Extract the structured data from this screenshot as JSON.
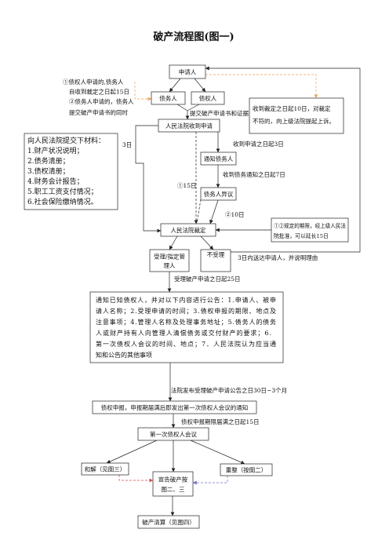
{
  "title": "破产流程图(图一)",
  "colors": {
    "line": "#222222",
    "orange_dash": "#f0a050",
    "red_dash": "#e04848",
    "purple_dash": "#6f6fc0"
  },
  "nodes": {
    "applicant": "申请人",
    "debtor": "债务人",
    "creditor": "债权人",
    "court_received": "人民法院收到申请",
    "notify_debtor": "通知债务人",
    "debtor_objection": "债务人异议",
    "court_ruling": "人民法院裁定",
    "accept_lines": [
      "受理/指定管",
      "理人"
    ],
    "reject": "不受理",
    "announcement_lines": [
      "通知已知债权人，并对以下内容进行公告：1.申请人、被申",
      "请人名称；2.受理申请的时间；3.债权申报的期限、地点及",
      "注意事项；4.管理人名称及处理事务地址；5.债务人的债务",
      "人或财产持有人向管理人清偿债务或交付财产的要求；6.",
      "第一次债权人会议的时间、地点；7．人民法院认为应当通",
      "知和公告的其他事项"
    ],
    "claim_filing": "债权申报，申报期届满后即发出第一次债权人会议的通知",
    "first_meeting": "第一次债权人会议",
    "settlement": "和解（见图三）",
    "bankruptcy_lines": [
      "宣告破产按",
      "图二、三"
    ],
    "reorganization": "重整（按图二）",
    "liquidation": "破产清算（见图四）"
  },
  "side_boxes": {
    "materials_lines": [
      "向人民法院提交下材料：",
      "1.财产状况说明；",
      "2.债务清册；",
      "3.债权清册；",
      "4.财务会计报告；",
      "5.职工工资支付情况；",
      "6.社会保险缴纳情况。"
    ],
    "appeal_lines": [
      "收到裁定之日起10日，对裁定",
      "不符的，向上级法院提起上诉。"
    ],
    "extension_lines": [
      "①②规定的期限，经上级人民法",
      "院批准，可以延长15日"
    ]
  },
  "annotations": {
    "debtor_note_lines": [
      "①债权人申请的,债务人",
      "自收到裁定之日起15日",
      "②债务人申请的，债务人",
      "提交破产申请书的同时"
    ],
    "submit_evidence": "提交破产申请书和证据",
    "days_3": "3日",
    "received_3_days": "收到申请之日起3日",
    "notice_7_days": "收到债务通知之日起7日",
    "period_15": "①15日",
    "period_10": "②10日",
    "reject_notice": "3日内送达申请人，并说明理由",
    "accept_25_days": "受理破产申请之日起25日",
    "announcement_period": "法院发布受理破产申请公告之日30日~3个月",
    "meeting_15_days": "债权申报期限届满之日起15日"
  }
}
